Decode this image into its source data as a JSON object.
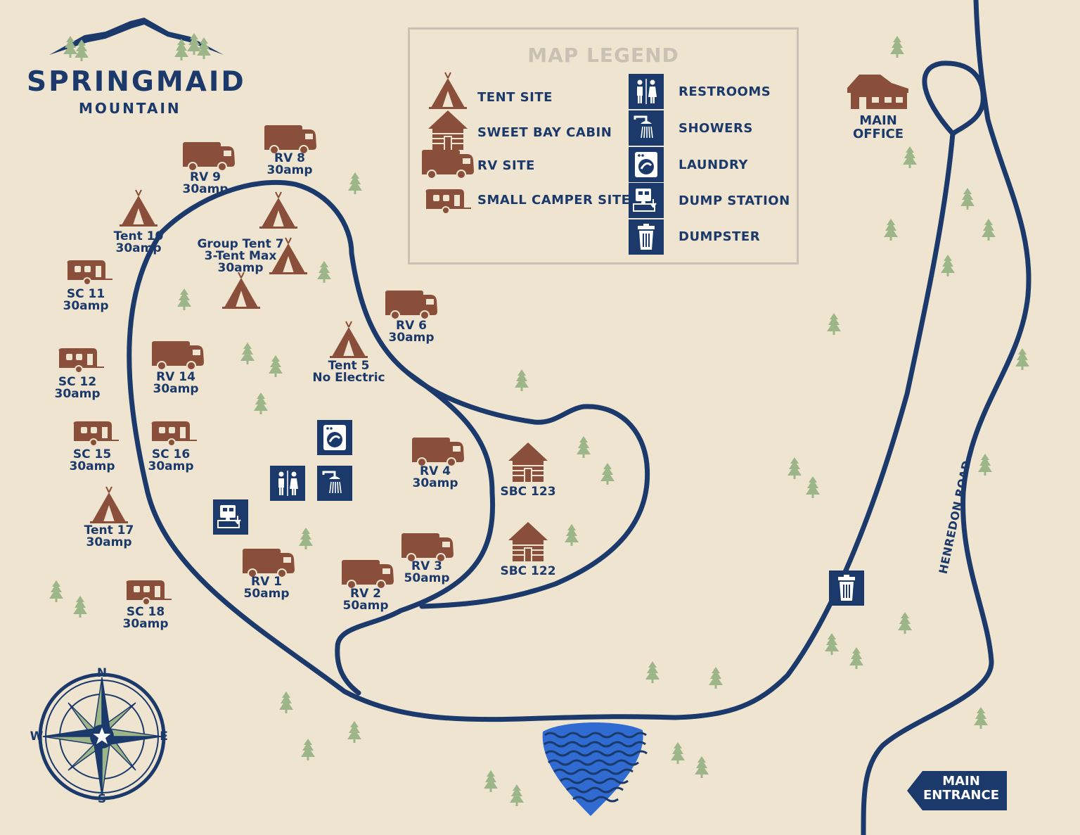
{
  "brand": {
    "name": "SPRINGMAID",
    "subtitle": "MOUNTAIN"
  },
  "legend": {
    "title": "MAP LEGEND",
    "left_items": [
      {
        "icon": "tent-icon",
        "label": "TENT SITE"
      },
      {
        "icon": "cabin-icon",
        "label": "SWEET BAY CABIN"
      },
      {
        "icon": "rv-icon",
        "label": "RV SITE"
      },
      {
        "icon": "camper-icon",
        "label": "SMALL CAMPER SITE"
      }
    ],
    "right_items": [
      {
        "icon": "restroom-icon",
        "label": "RESTROOMS"
      },
      {
        "icon": "shower-icon",
        "label": "SHOWERS"
      },
      {
        "icon": "laundry-icon",
        "label": "LAUNDRY"
      },
      {
        "icon": "dump-station-icon",
        "label": "DUMP STATION"
      },
      {
        "icon": "dumpster-icon",
        "label": "DUMPSTER"
      }
    ]
  },
  "sites": {
    "rv8": [
      "RV 8",
      "30amp"
    ],
    "rv9": [
      "RV 9",
      "30amp"
    ],
    "tent10": [
      "Tent 10",
      "30amp"
    ],
    "group7": [
      "Group Tent 7",
      "3-Tent Max",
      "30amp"
    ],
    "sc11": [
      "SC 11",
      "30amp"
    ],
    "sc12": [
      "SC 12",
      "30amp"
    ],
    "rv14": [
      "RV 14",
      "30amp"
    ],
    "tent5": [
      "Tent 5",
      "No Electric"
    ],
    "rv6": [
      "RV 6",
      "30amp"
    ],
    "sc15": [
      "SC 15",
      "30amp"
    ],
    "sc16": [
      "SC 16",
      "30amp"
    ],
    "rv4": [
      "RV 4",
      "30amp"
    ],
    "sbc123": [
      "SBC 123"
    ],
    "tent17": [
      "Tent 17",
      "30amp"
    ],
    "rv3": [
      "RV 3",
      "50amp"
    ],
    "rv1": [
      "RV 1",
      "50amp"
    ],
    "rv2": [
      "RV 2",
      "50amp"
    ],
    "sbc122": [
      "SBC 122"
    ],
    "sc18": [
      "SC 18",
      "30amp"
    ]
  },
  "office": [
    "MAIN",
    "OFFICE"
  ],
  "road": {
    "name": "HENREDON ROAD"
  },
  "entrance": [
    "MAIN",
    "ENTRANCE"
  ],
  "compass": {
    "n": "N",
    "s": "S",
    "e": "E",
    "w": "W"
  },
  "colors": {
    "background": "#efe4cf",
    "navy": "#1b3a6b",
    "brown": "#8a4f3a",
    "tree": "#9cb689",
    "legend_border": "#c9c1b3",
    "water": "#2f6bd1"
  }
}
